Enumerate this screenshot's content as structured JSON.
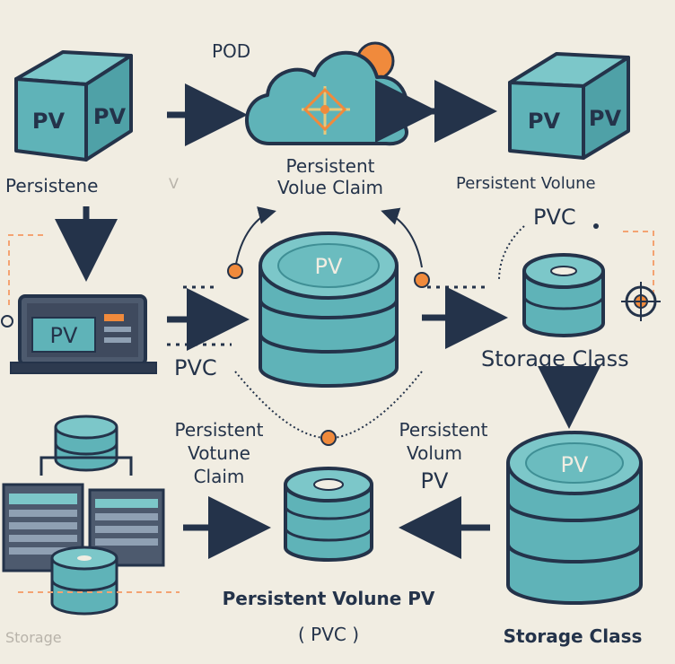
{
  "colors": {
    "background": "#f1ede2",
    "teal": "#5fb3b8",
    "teal_light": "#7cc7c9",
    "teal_dark": "#3f8f95",
    "outline": "#24334a",
    "accent": "#f08a3c",
    "dashed": "#f4a372"
  },
  "icons": {
    "pod": "cloud-icon",
    "hub": "hub-icon",
    "target": "target-icon",
    "disk": "cylinder-icon",
    "cube": "cube-icon",
    "server": "server-icon"
  },
  "labels": {
    "pod": "POD",
    "cube_left": [
      "PV",
      "PV"
    ],
    "persistene": "Persistene",
    "pvc_claim": [
      "Persistent",
      "Volue Claim"
    ],
    "cube_right": [
      "PV",
      "PV"
    ],
    "persistent_volune": "Persistent Volune",
    "pvc_right": "PVC",
    "device_pv": "PV",
    "pvc_left": "PVC",
    "center_disk": "PV",
    "storage_class_mid": "Storage Class",
    "claim_left": [
      "Persistent",
      "Votune",
      "Claim"
    ],
    "claim_right": [
      "Persistent",
      "Volum",
      "PV"
    ],
    "big_disk": "PV",
    "bottom_center": "Persistent Volune PV",
    "bottom_paren": "( PVC )",
    "storage_class_bottom": "Storage Class",
    "faint_storage": "Storage",
    "faint_v": "V"
  }
}
